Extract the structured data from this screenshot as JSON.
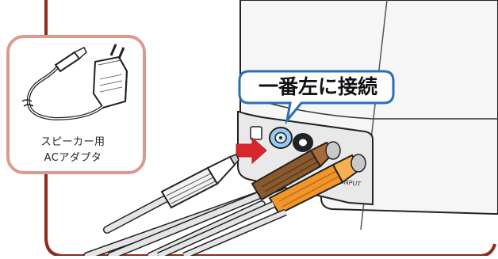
{
  "callout": {
    "text": "一番左に接続"
  },
  "adapter_label": {
    "line1": "スピーカー用",
    "line2": "ACアダプタ"
  },
  "port_label": "INPUT",
  "colors": {
    "frame": "#8e2a1e",
    "adapter_box_border": "#d99a90",
    "callout_border": "#2a6fb5",
    "callout_fill": "#e8f2fb",
    "arrow": "#d8262e",
    "cable_orange": "#f0962a",
    "cable_brown": "#8a5a2e",
    "jack_blue": "#9cc9f0"
  }
}
